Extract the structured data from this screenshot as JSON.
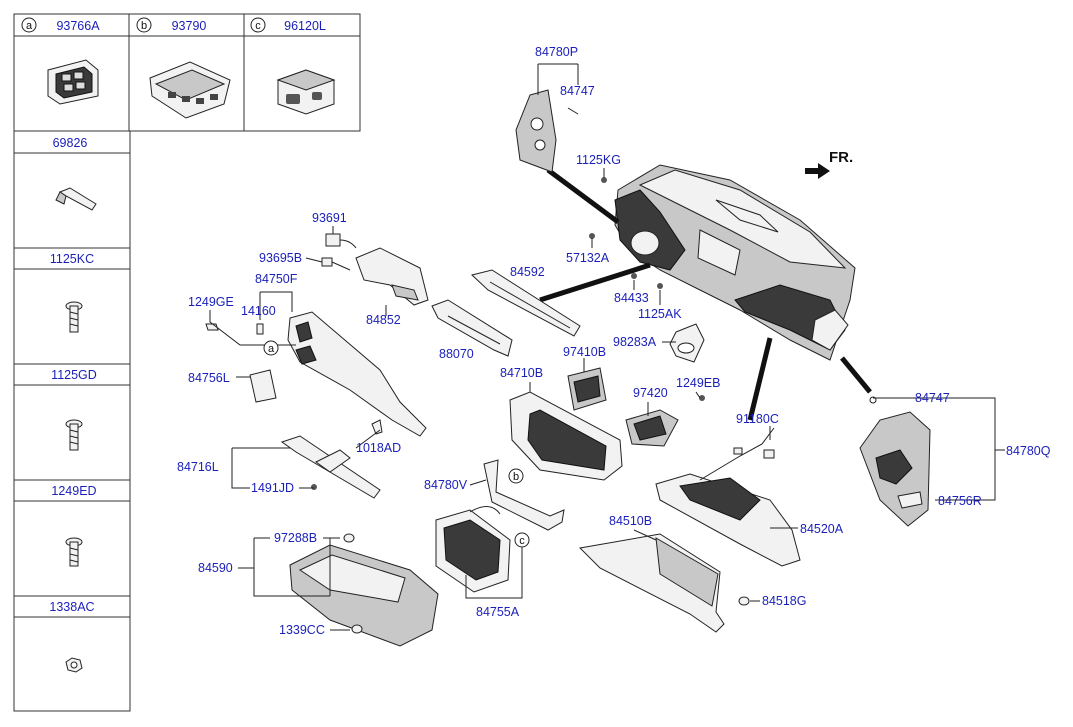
{
  "legend_table": {
    "header_items": [
      {
        "letter": "a",
        "part": "93766A"
      },
      {
        "letter": "b",
        "part": "93790"
      },
      {
        "letter": "c",
        "part": "96120L"
      }
    ],
    "column_items": [
      "69826",
      "1125KC",
      "1125GD",
      "1249ED",
      "1338AC"
    ]
  },
  "direction_label": "FR.",
  "callouts": {
    "p84780P": "84780P",
    "p84747_top": "84747",
    "p1125KG": "1125KG",
    "p57132A": "57132A",
    "p84592": "84592",
    "p84433": "84433",
    "p1125AK": "1125AK",
    "p98283A": "98283A",
    "p93691": "93691",
    "p93695B": "93695B",
    "p84750F": "84750F",
    "p1249GE": "1249GE",
    "p14160": "14160",
    "p84852": "84852",
    "p88070": "88070",
    "p97410B": "97410B",
    "p84756L": "84756L",
    "p84710B": "84710B",
    "p97420": "97420",
    "p1249EB": "1249EB",
    "p84747_right": "84747",
    "p91180C": "91180C",
    "p84780Q": "84780Q",
    "p84756R": "84756R",
    "p1018AD": "1018AD",
    "p84716L": "84716L",
    "p1491JD": "1491JD",
    "p84780V": "84780V",
    "p84510B": "84510B",
    "p84520A": "84520A",
    "p97288B": "97288B",
    "p84590": "84590",
    "p84755A": "84755A",
    "p84518G": "84518G",
    "p1339CC": "1339CC"
  },
  "ref_markers": {
    "a": "a",
    "b": "b",
    "c": "c"
  }
}
